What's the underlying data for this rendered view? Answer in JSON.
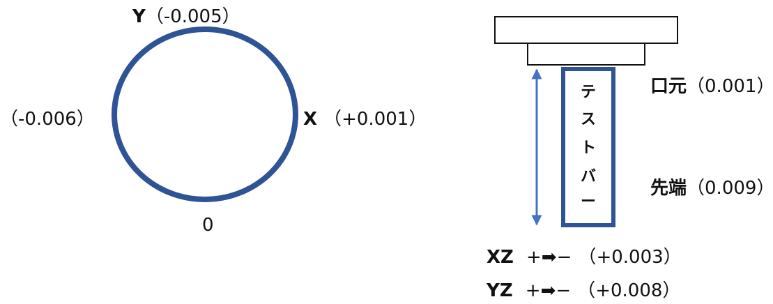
{
  "runout_circle": {
    "top": {
      "axis": "Y",
      "value": "（-0.005）"
    },
    "left": {
      "value": "（-0.006）"
    },
    "right": {
      "axis": "X",
      "value": "（+0.001）"
    },
    "bottom": {
      "value": "0"
    }
  },
  "test_bar": {
    "label_chars": [
      "テ",
      "ス",
      "ト",
      "バ",
      "ー"
    ],
    "base": {
      "name": "口元",
      "value": "（0.001）"
    },
    "tip": {
      "name": "先端",
      "value": "（0.009）"
    }
  },
  "tilt": [
    {
      "name": "XZ",
      "direction": "+➡−",
      "value": "（+0.003）"
    },
    {
      "name": "YZ",
      "direction": "+➡−",
      "value": "（+0.008）"
    }
  ],
  "colors": {
    "circle": "#2f5496",
    "arrow": "#4472c4",
    "outline": "#111111"
  }
}
